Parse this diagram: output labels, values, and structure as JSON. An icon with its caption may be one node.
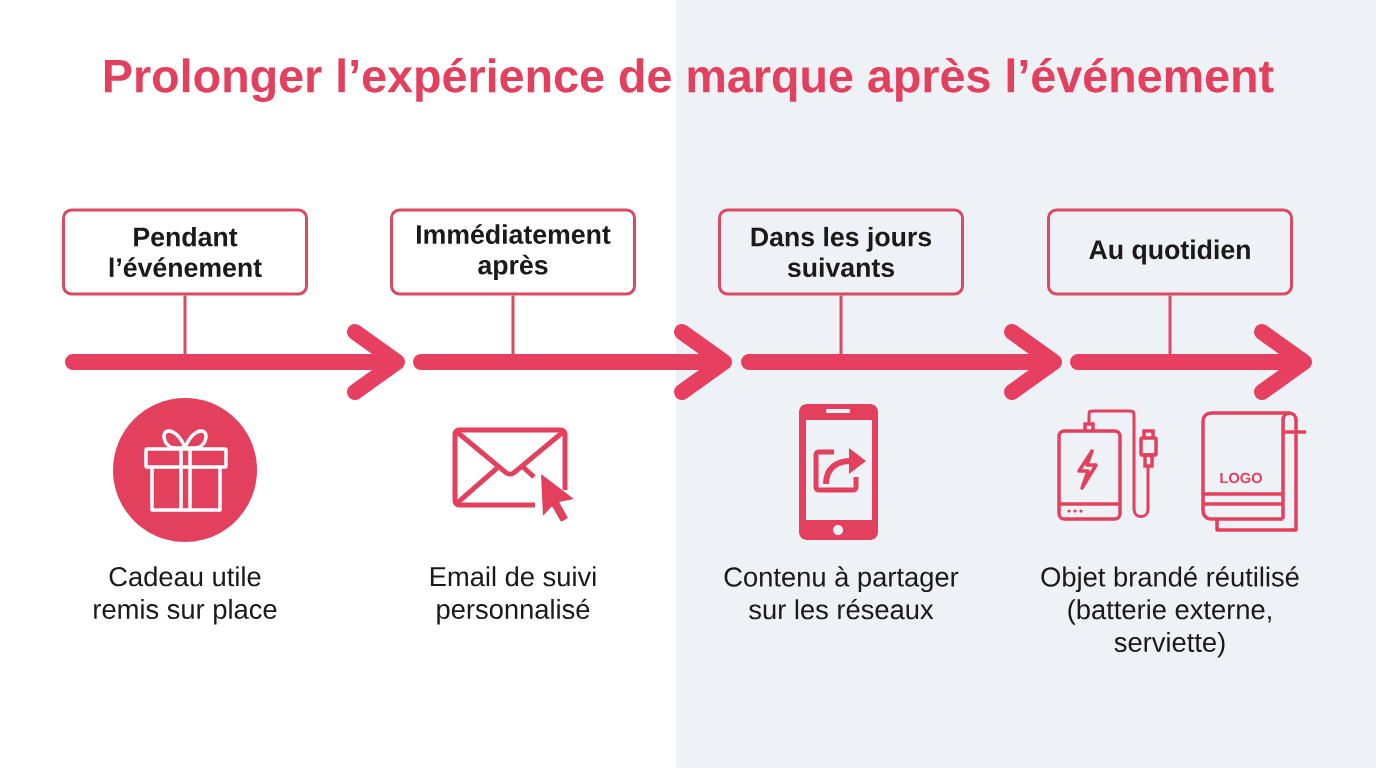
{
  "diagram": {
    "title": "Prolonger l’expérience de marque après l’événement",
    "nodes": [
      {
        "text": [
          "Pendant l’événement"
        ]
      },
      {
        "text": [
          "Immédiatement après"
        ]
      },
      {
        "text": [
          "Dans les jours suivants"
        ]
      },
      {
        "text": [
          "Au quotidien"
        ]
      }
    ],
    "edges": [
      {
        "from": 0,
        "to": null,
        "arrow": "none"
      },
      {
        "from": 1,
        "to": null,
        "arrow": "none"
      },
      {
        "from": 2,
        "to": null,
        "arrow": "none"
      },
      {
        "from": 3,
        "to": null,
        "arrow": "none"
      }
    ],
    "labels": [
      "LOGO",
      "Cadeau utile remis sur place",
      "Email de suivi personnalisé",
      "Contenu à partager sur les réseaux",
      "Objet brandé réutilisé (batterie externe, serviette)"
    ]
  }
}
